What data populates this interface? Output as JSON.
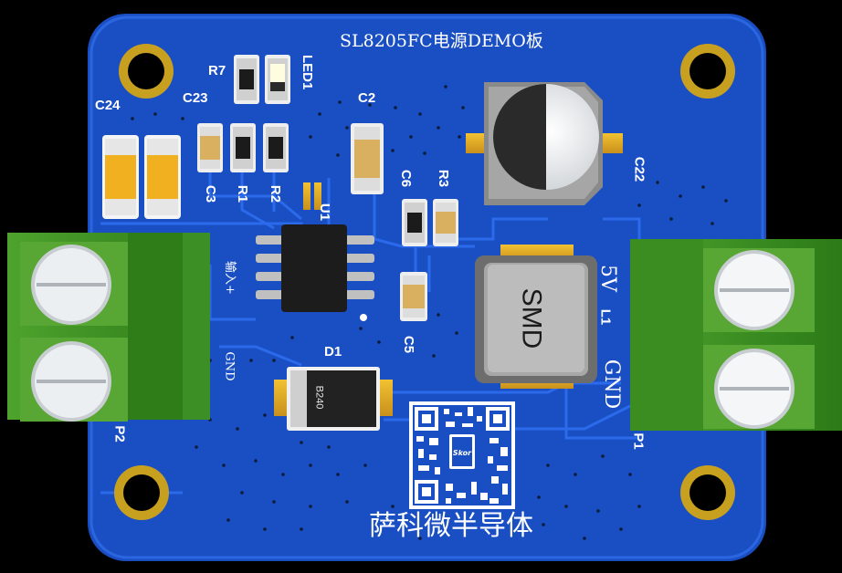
{
  "silk": {
    "board_title": "SL8205FC电源DEMO板",
    "r7": "R7",
    "led1": "LED1",
    "c24": "C24",
    "c23": "C23",
    "c2": "C2",
    "c3": "C3",
    "r1": "R1",
    "r2": "R2",
    "u1": "U1",
    "c6": "C6",
    "r3": "R3",
    "c22": "C22",
    "c5": "C5",
    "d1": "D1",
    "l1": "L1",
    "p1": "P1",
    "p2": "P2",
    "input_plus": "输入+",
    "gnd_left": "GND",
    "five_v": "5V",
    "gnd_right": "GND",
    "inductor_mark": "SMD",
    "diode_mark": "B240",
    "company": "萨科微半导体"
  },
  "colors": {
    "board": "#1a4fc3",
    "terminal": "#3b8d22",
    "pad": "#c8a020"
  }
}
